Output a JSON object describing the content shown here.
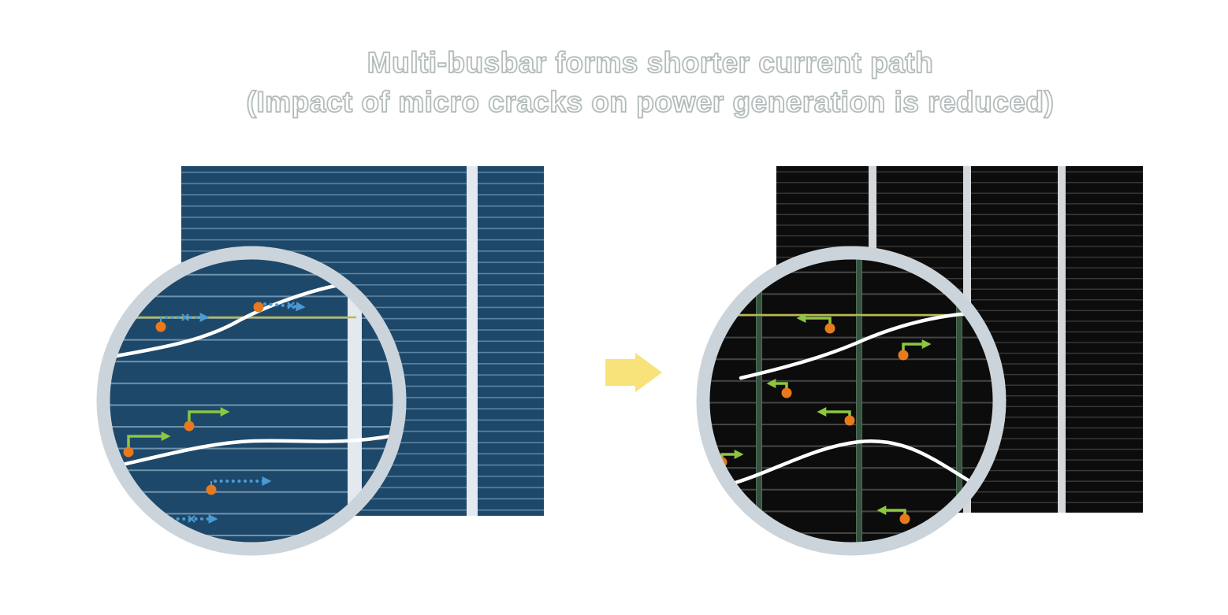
{
  "title": {
    "line1": "Multi-busbar forms shorter current path",
    "line2": "(Impact of micro cracks on power generation is reduced)"
  },
  "left_panel": {
    "name": "conventional-busbar-cell",
    "busbar_count": 1
  },
  "right_panel": {
    "name": "multi-busbar-cell",
    "busbar_count": 3
  },
  "colors": {
    "cell_blue": "#1d486a",
    "cell_black": "#0c0c0c",
    "finger_blue": "#5d84a2",
    "finger_dark": "#3a3a3a",
    "busbar_white": "#e3e9ee",
    "busbar_green": "#35523f",
    "ring_gray": "#ccd4db",
    "transition_arrow_yellow": "#f8e37a",
    "current_arrow_green": "#8dc63f",
    "blocked_arrow_blue": "#4a9bd4",
    "electron_dot_orange": "#e8791d",
    "crack_white": "#ffffff",
    "highlighted_finger_yellow": "#b9ba4e",
    "title_text": "#ffffff"
  }
}
